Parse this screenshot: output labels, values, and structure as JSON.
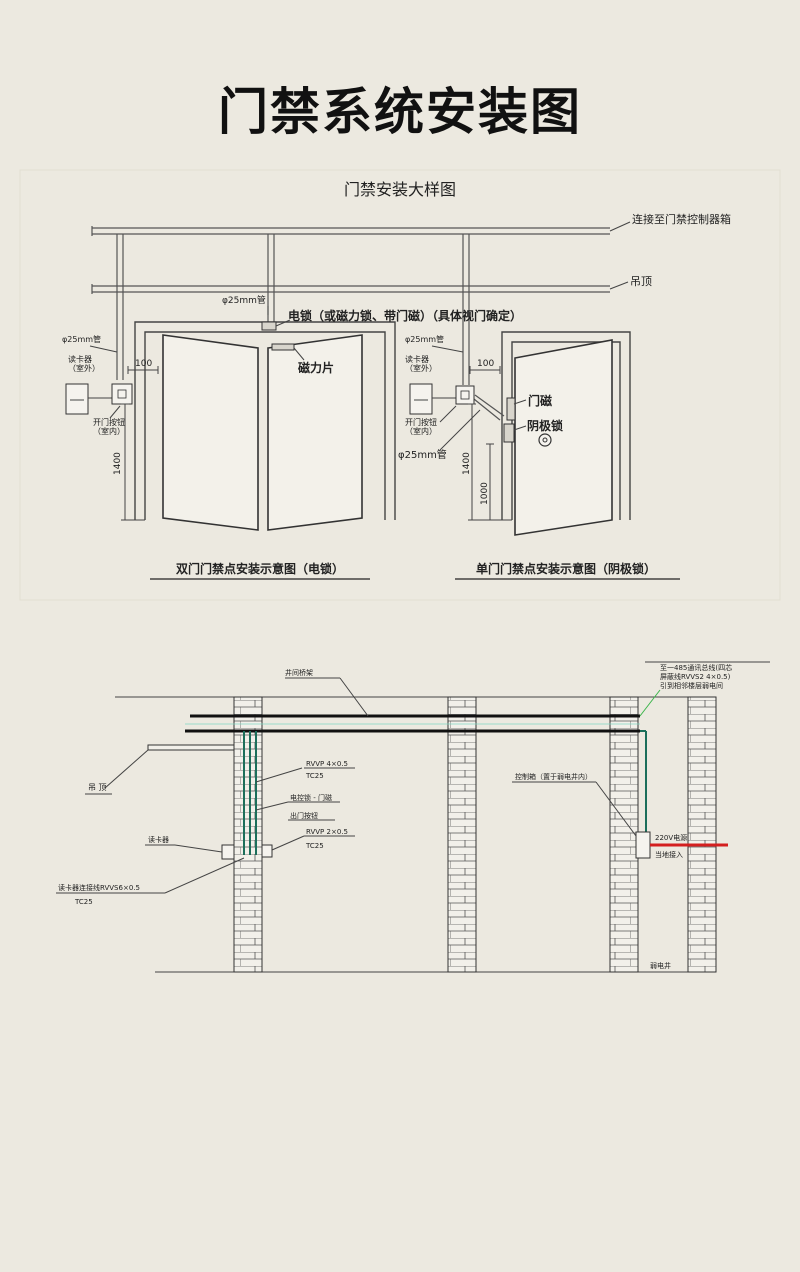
{
  "title": "门禁系统安装图",
  "detail": {
    "heading": "门禁安装大样图",
    "label_to_controller": "连接至门禁控制器箱",
    "label_ceiling": "吊顶",
    "label_pipe_top": "φ25mm管",
    "label_lock": "电锁（或磁力锁、带门磁）（具体视门确定）",
    "label_pipe_left": "φ25mm管",
    "label_reader_left": "读卡器\n（室外）",
    "label_dim_100_left": "100",
    "label_button_left": "开门按钮\n（室内）",
    "label_magnet": "磁力片",
    "label_dim_1400_left": "1400",
    "caption_double": "双门门禁点安装示意图（电锁）",
    "label_pipe_right": "φ25mm管",
    "label_reader_right": "读卡器\n（室外）",
    "label_dim_100_right": "100",
    "label_button_right": "开门按钮\n（室内）",
    "label_door_magnet": "门磁",
    "label_cathode_lock": "阴极锁",
    "label_pipe_right_bottom": "φ25mm管",
    "label_dim_1400_right": "1400",
    "label_dim_1000_right": "1000",
    "caption_single": "单门门禁点安装示意图（阴极锁）"
  },
  "section": {
    "label_cable_tray": "井间桥架",
    "label_rs485": "至一485通讯总线(四芯\n屏蔽线RVVS2 4×0.5)\n引到相邻楼层弱电间",
    "label_ceiling": "吊  顶",
    "label_cable1": "RVVP 4×0.5",
    "label_tc1": "TC25",
    "label_lock_cable": "电控锁 - 门磁",
    "label_exit_button": "出门按钮",
    "label_cable2": "RVVP 2×0.5",
    "label_tc2": "TC25",
    "label_reader": "读卡器",
    "label_reader_cable": "读卡器连接线RVVS6×0.5",
    "label_tc3": "TC25",
    "label_control_box": "控制箱（置于弱电井内）",
    "label_power": "220V电源",
    "label_ground": "当地接入",
    "label_shaft": "弱电井"
  }
}
